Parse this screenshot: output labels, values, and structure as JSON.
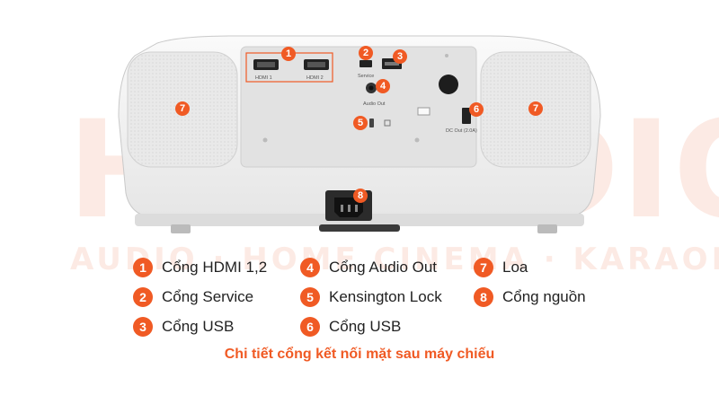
{
  "watermark": {
    "brand": "HDRADIO",
    "tagline": "AUDIO · HOME CINEMA · KARAOKE"
  },
  "projector": {
    "port_labels": {
      "hdmi1": "HDMI 1",
      "hdmi2": "HDMI 2",
      "service": "Service",
      "audio_out": "Audio Out",
      "dc_out": "DC Out (2.0A)"
    },
    "callouts": [
      "1",
      "2",
      "3",
      "4",
      "5",
      "6",
      "7",
      "7",
      "8"
    ]
  },
  "legend": [
    {
      "num": "1",
      "label": "Cổng HDMI 1,2"
    },
    {
      "num": "2",
      "label": "Cổng Service"
    },
    {
      "num": "3",
      "label": "Cổng USB"
    },
    {
      "num": "4",
      "label": "Cổng Audio Out"
    },
    {
      "num": "5",
      "label": "Kensington Lock"
    },
    {
      "num": "6",
      "label": "Cổng USB"
    },
    {
      "num": "7",
      "label": "Loa"
    },
    {
      "num": "8",
      "label": "Cổng nguồn"
    }
  ],
  "caption": "Chi tiết cổng kết nối mặt sau máy chiếu",
  "colors": {
    "accent": "#f05a24",
    "body": "#f2f2f2",
    "panel": "#e4e4e4"
  }
}
